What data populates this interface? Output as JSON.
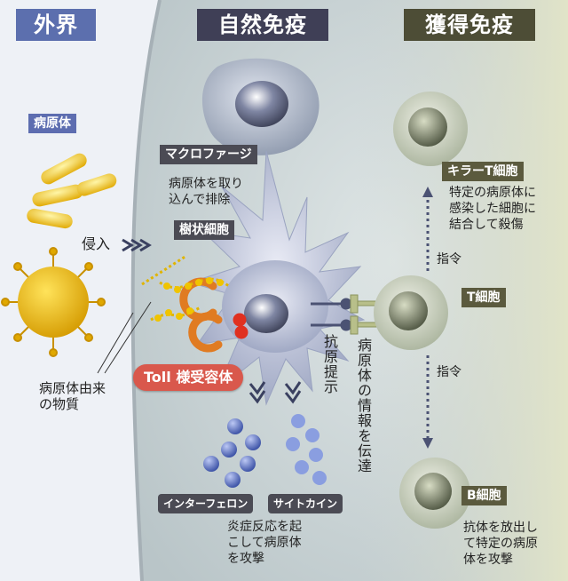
{
  "headers": {
    "external": "外界",
    "innate": "自然免疫",
    "acquired": "獲得免疫"
  },
  "labels": {
    "pathogen": "病原体",
    "invasion": "侵入",
    "pathogen_substance": "病原体由来\nの物質",
    "macrophage": "マクロファージ",
    "macrophage_desc": "病原体を取り\n込んで排除",
    "dendritic_cell": "樹状細胞",
    "toll_receptor": "Toll 様受容体",
    "antigen_presentation": "抗原提示",
    "info_transfer": "病原体の情報を伝達",
    "interferon": "インターフェロン",
    "cytokine": "サイトカイン",
    "interferon_desc": "炎症反応を起\nこして病原体\nを攻撃",
    "killer_t": "キラーT細胞",
    "killer_t_desc": "特定の病原体に\n感染した細胞に\n結合して殺傷",
    "command_up": "指令",
    "t_cell": "T細胞",
    "command_down": "指令",
    "b_cell": "B細胞",
    "b_cell_desc": "抗体を放出し\nて特定の病原\n体を攻撃"
  },
  "colors": {
    "header_external": "#5c6fae",
    "header_innate": "#3f3f56",
    "header_acquired": "#4d4d36",
    "outer_bg": "#eef1f6",
    "inner_bg": "#c9d3d6",
    "acquired_bg": "#d9ddc8",
    "toll": "#d9584c",
    "pathogen": "#f2c400",
    "receptor": "#e07b22",
    "molecule": "#5b73c4",
    "lymphocyte": "#b8c2b0"
  }
}
